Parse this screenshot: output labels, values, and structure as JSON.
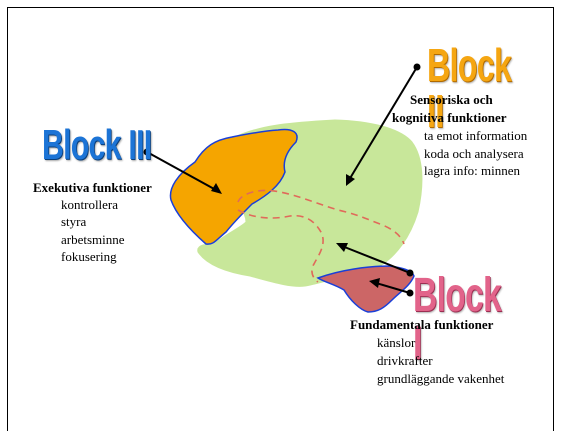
{
  "block3": {
    "title": "Block III",
    "heading": "Exekutiva funktioner",
    "items": [
      "kontrollera",
      "styra",
      "arbetsminne",
      "fokusering"
    ]
  },
  "block2": {
    "title": "Block II",
    "heading_line1": "Sensoriska och",
    "heading_line2": "kognitiva funktioner",
    "items": [
      "ta emot information",
      "koda och analysera",
      "lagra info: minnen"
    ]
  },
  "block1": {
    "title": "Block I",
    "heading": "Fundamentala funktioner",
    "items": [
      "känslor",
      "drivkrafter",
      "grundläggande vakenhet"
    ]
  },
  "colors": {
    "block3_region": "#f5a500",
    "block2_region": "#c8e79a",
    "block1_region": "#cc6666",
    "outline": "#1a3fd8",
    "dashed": "#e06a5a"
  }
}
